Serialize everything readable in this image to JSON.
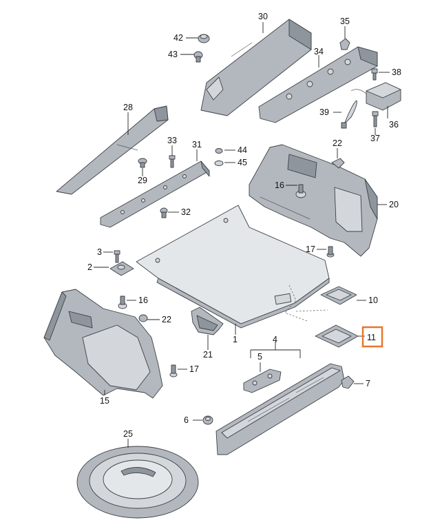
{
  "parts": [
    {
      "id": "30",
      "label": "30"
    },
    {
      "id": "35",
      "label": "35"
    },
    {
      "id": "42",
      "label": "42"
    },
    {
      "id": "43",
      "label": "43"
    },
    {
      "id": "34",
      "label": "34"
    },
    {
      "id": "38",
      "label": "38"
    },
    {
      "id": "28",
      "label": "28"
    },
    {
      "id": "39",
      "label": "39"
    },
    {
      "id": "36",
      "label": "36"
    },
    {
      "id": "37",
      "label": "37"
    },
    {
      "id": "33",
      "label": "33"
    },
    {
      "id": "31",
      "label": "31"
    },
    {
      "id": "44",
      "label": "44"
    },
    {
      "id": "45",
      "label": "45"
    },
    {
      "id": "22a",
      "label": "22"
    },
    {
      "id": "29",
      "label": "29"
    },
    {
      "id": "16a",
      "label": "16"
    },
    {
      "id": "20",
      "label": "20"
    },
    {
      "id": "32",
      "label": "32"
    },
    {
      "id": "17a",
      "label": "17"
    },
    {
      "id": "3",
      "label": "3"
    },
    {
      "id": "2",
      "label": "2"
    },
    {
      "id": "16b",
      "label": "16"
    },
    {
      "id": "10",
      "label": "10"
    },
    {
      "id": "22b",
      "label": "22"
    },
    {
      "id": "1",
      "label": "1"
    },
    {
      "id": "11",
      "label": "11"
    },
    {
      "id": "4",
      "label": "4"
    },
    {
      "id": "21",
      "label": "21"
    },
    {
      "id": "5",
      "label": "5"
    },
    {
      "id": "17b",
      "label": "17"
    },
    {
      "id": "7",
      "label": "7"
    },
    {
      "id": "15",
      "label": "15"
    },
    {
      "id": "6",
      "label": "6"
    },
    {
      "id": "25",
      "label": "25"
    }
  ],
  "highlight": {
    "part": "11",
    "color": "#e8762d"
  },
  "colors": {
    "part_fill": "#b3b8be",
    "part_stroke": "#3b3f45",
    "background": "#ffffff"
  }
}
